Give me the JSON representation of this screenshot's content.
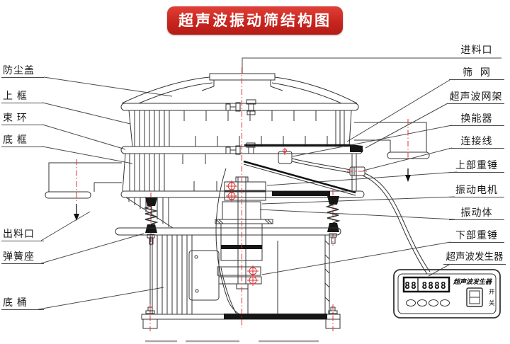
{
  "title": "超声波振动筛结构图",
  "labels": {
    "left": [
      {
        "text": "防尘盖"
      },
      {
        "text": "上 框"
      },
      {
        "text": "束 环"
      },
      {
        "text": "底 框"
      },
      {
        "text": "出料口"
      },
      {
        "text": "弹簧座"
      },
      {
        "text": "底 桶"
      }
    ],
    "right": [
      {
        "text": "进料口"
      },
      {
        "text": "筛  网"
      },
      {
        "text": "超声波网架"
      },
      {
        "text": "换能器"
      },
      {
        "text": "连接线"
      },
      {
        "text": "上部重锤"
      },
      {
        "text": "振动电机"
      },
      {
        "text": "振动体"
      },
      {
        "text": "下部重锤"
      },
      {
        "text": "超声波发生器"
      }
    ]
  },
  "generator_panel": {
    "name_label": "超声波发生器",
    "display_left": "88",
    "display_right": "8888",
    "switch_on_label": "开",
    "switch_off_label": "关"
  },
  "colors": {
    "accent_red": "#e03131",
    "title_bg": "#c9251f",
    "line": "#333333"
  }
}
